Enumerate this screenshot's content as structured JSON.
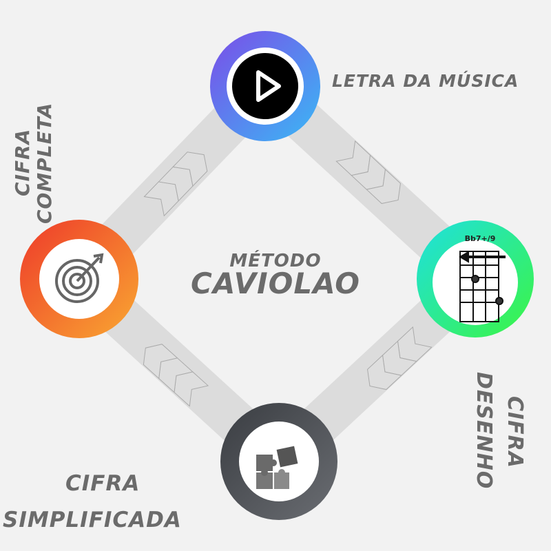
{
  "center": {
    "line1": "MÉTODO",
    "line2": "CAVIOLAO"
  },
  "steps": [
    {
      "label": "LETRA DA MÚSICA",
      "icon": "play-icon"
    },
    {
      "label_line1": "DESENHO",
      "label_line2": "CIFRA",
      "icon": "chord-diagram-icon",
      "chord": "Bb7+/9"
    },
    {
      "label_line1": "CIFRA",
      "label_line2": "SIMPLIFICADA",
      "icon": "puzzle-icon"
    },
    {
      "label_line1": "CIFRA",
      "label_line2": "COMPLETA",
      "icon": "target-icon"
    }
  ],
  "colors": {
    "background": "#f2f2f2",
    "band": "#dcdcdc",
    "text": "#6b6b6b"
  }
}
